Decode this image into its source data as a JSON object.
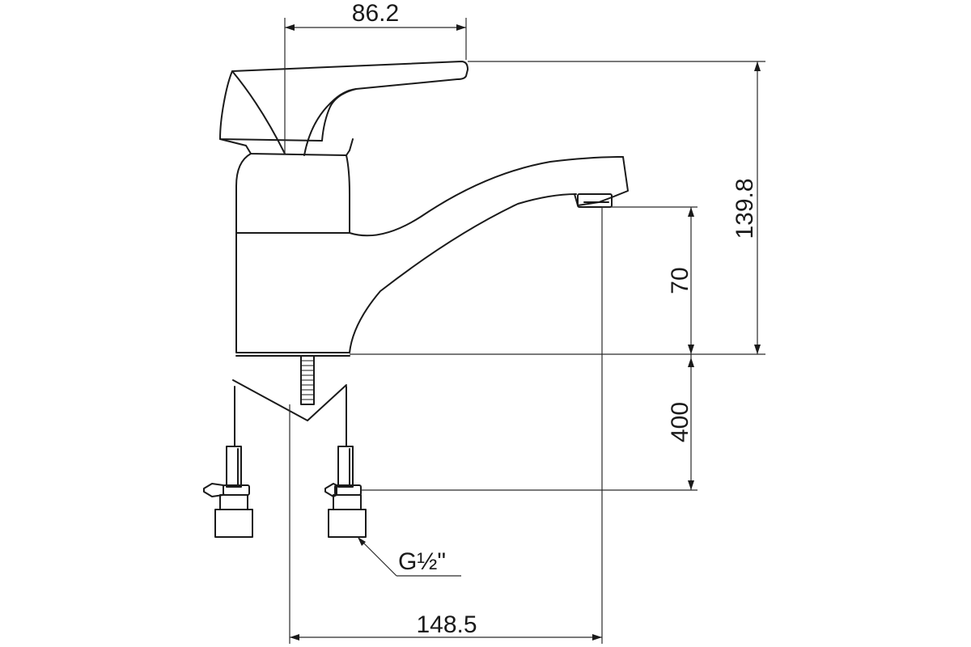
{
  "dimensions": {
    "handle_width": "86.2",
    "total_height": "139.8",
    "spout_height": "70",
    "hose_length": "400",
    "total_depth": "148.5"
  },
  "connection_label": "G½\""
}
